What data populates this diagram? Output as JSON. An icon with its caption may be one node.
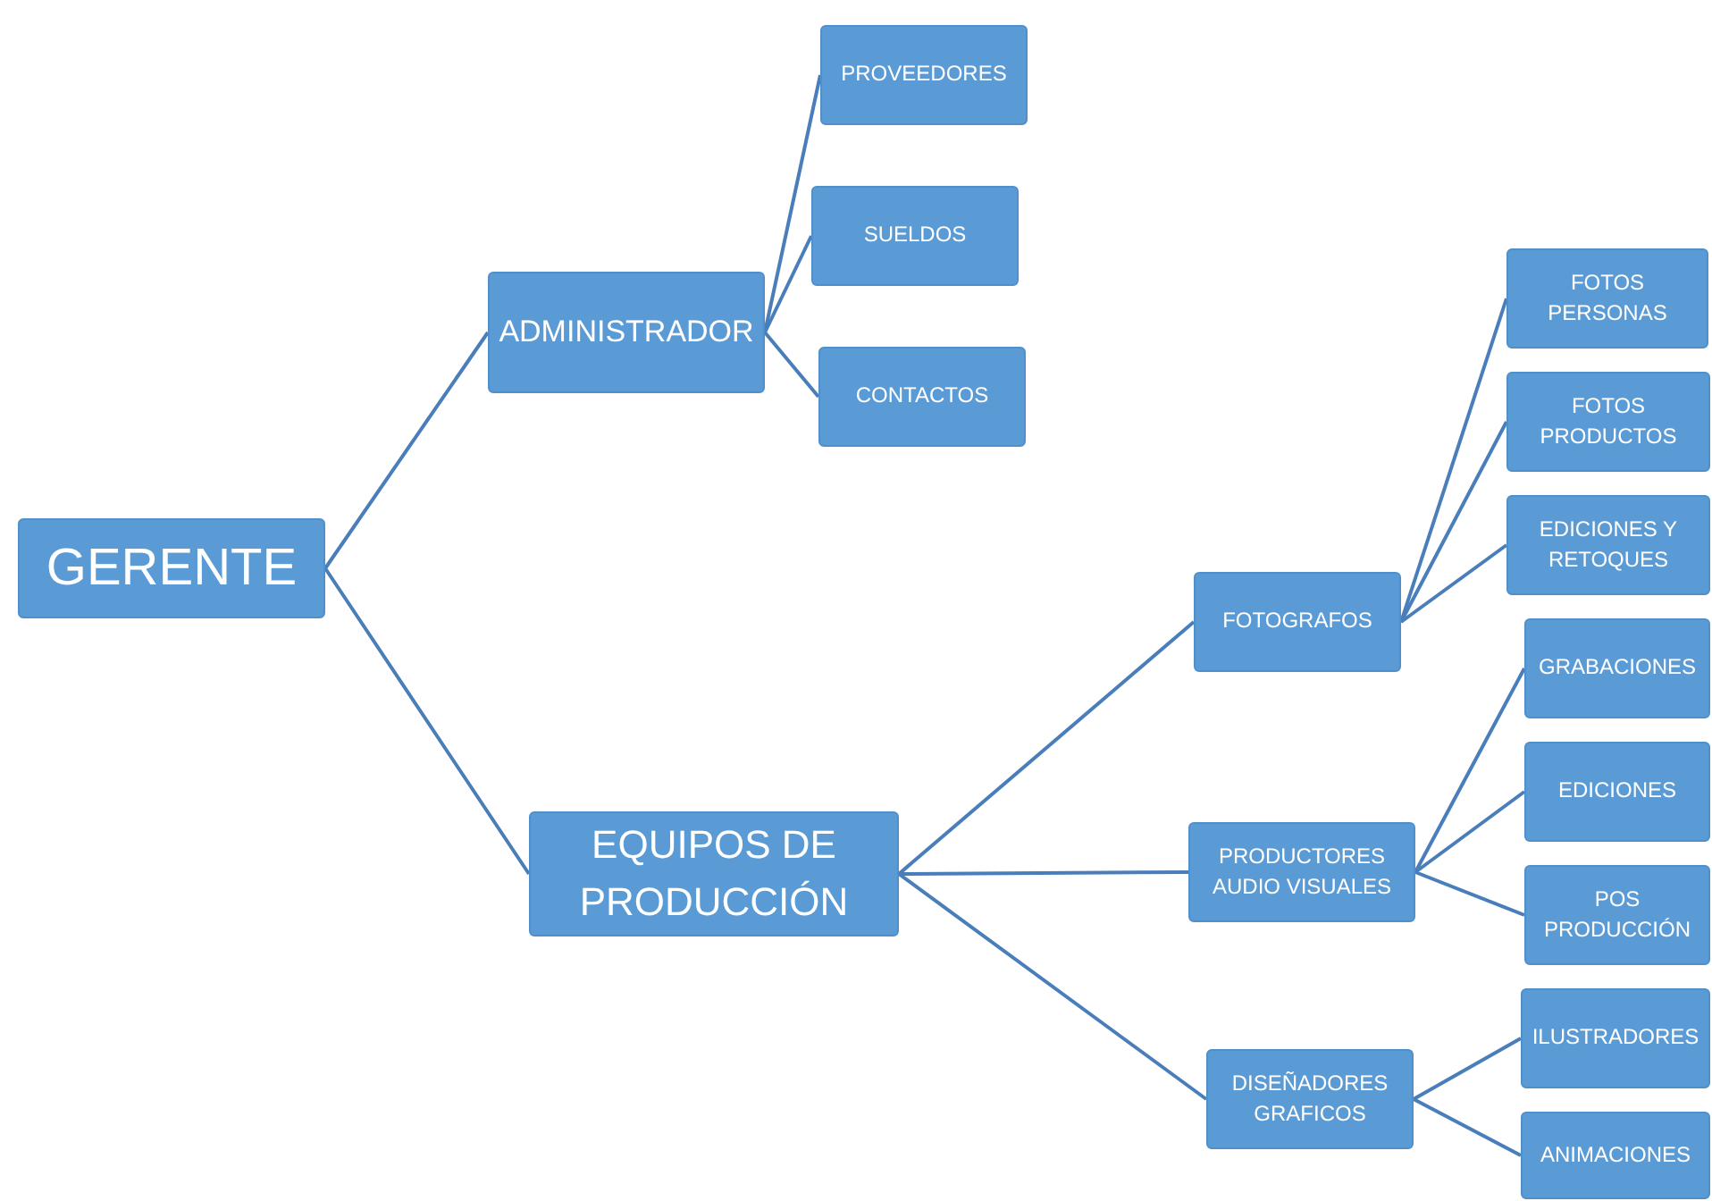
{
  "diagram": {
    "nodes": [
      {
        "text": [
          "GERENTE"
        ]
      },
      {
        "text": [
          "ADMINISTRADOR"
        ]
      },
      {
        "text": [
          "PROVEEDORES"
        ]
      },
      {
        "text": [
          "SUELDOS"
        ]
      },
      {
        "text": [
          "CONTACTOS"
        ]
      },
      {
        "text": [
          "EQUIPOS DE PRODUCCIÓN"
        ]
      },
      {
        "text": [
          "FOTOGRAFOS"
        ]
      },
      {
        "text": [
          "FOTOS PERSONAS"
        ]
      },
      {
        "text": [
          "FOTOS PRODUCTOS"
        ]
      },
      {
        "text": [
          "EDICIONES Y RETOQUES"
        ]
      },
      {
        "text": [
          "PRODUCTORES AUDIO VISUALES"
        ]
      },
      {
        "text": [
          "GRABACIONES"
        ]
      },
      {
        "text": [
          "EDICIONES"
        ]
      },
      {
        "text": [
          "POS PRODUCCIÓN"
        ]
      },
      {
        "text": [
          "DISEÑADORES GRAFICOS"
        ]
      },
      {
        "text": [
          "ILUSTRADORES"
        ]
      },
      {
        "text": [
          "ANIMACIONES"
        ]
      }
    ],
    "edges": [
      {
        "from": 0,
        "to": 1,
        "arrow": "none"
      },
      {
        "from": 0,
        "to": 5,
        "arrow": "none"
      },
      {
        "from": 1,
        "to": 2,
        "arrow": "none"
      },
      {
        "from": 1,
        "to": 3,
        "arrow": "none"
      },
      {
        "from": 1,
        "to": 4,
        "arrow": "none"
      },
      {
        "from": 5,
        "to": 6,
        "arrow": "none"
      },
      {
        "from": 5,
        "to": 10,
        "arrow": "none"
      },
      {
        "from": 5,
        "to": 14,
        "arrow": "none"
      },
      {
        "from": 6,
        "to": 7,
        "arrow": "none"
      },
      {
        "from": 6,
        "to": 8,
        "arrow": "none"
      },
      {
        "from": 6,
        "to": 9,
        "arrow": "none"
      },
      {
        "from": 10,
        "to": 11,
        "arrow": "none"
      },
      {
        "from": 10,
        "to": 12,
        "arrow": "none"
      },
      {
        "from": 10,
        "to": 13,
        "arrow": "none"
      },
      {
        "from": 14,
        "to": 15,
        "arrow": "none"
      },
      {
        "from": 14,
        "to": 16,
        "arrow": "none"
      }
    ]
  }
}
